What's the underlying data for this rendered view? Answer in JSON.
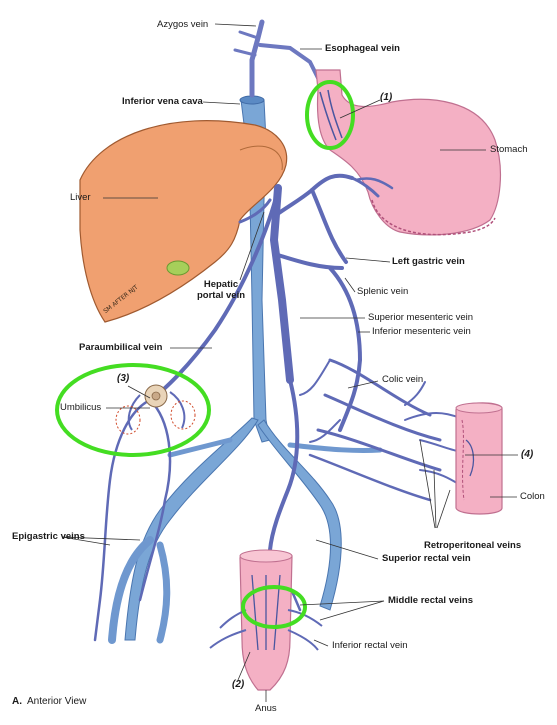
{
  "labels": {
    "azygos_vein": "Azygos vein",
    "esophageal_vein": "Esophageal vein",
    "inferior_vena_cava": "Inferior vena cava",
    "stomach": "Stomach",
    "liver": "Liver",
    "left_gastric_vein": "Left gastric vein",
    "splenic_vein": "Splenic vein",
    "hepatic_portal_vein": "Hepatic\nportal vein",
    "superior_mesenteric_vein": "Superior mesenteric vein",
    "inferior_mesenteric_vein": "Inferior mesenteric vein",
    "paraumbilical_vein": "Paraumbilical vein",
    "umbilicus": "Umbilicus",
    "colic_vein": "Colic vein",
    "colon": "Colon",
    "retroperitoneal_veins": "Retroperitoneal veins",
    "epigastric_veins": "Epigastric veins",
    "superior_rectal_vein": "Superior rectal vein",
    "middle_rectal_veins": "Middle rectal veins",
    "inferior_rectal_vein": "Inferior rectal vein",
    "anus": "Anus"
  },
  "markers": {
    "m1": "(1)",
    "m2": "(2)",
    "m3": "(3)",
    "m4": "(4)"
  },
  "signature": "SM AFTER NJT",
  "caption": {
    "letter": "A.",
    "text": "Anterior View"
  },
  "colors": {
    "vein": "#6d78c0",
    "vein_dark": "#3d4a96",
    "ivc": "#7aa6d6",
    "liver": "#f0a070",
    "stomach": "#f4b0c4",
    "colon": "#f4b0c4",
    "highlight": "#44dd22",
    "leader": "#333333"
  }
}
